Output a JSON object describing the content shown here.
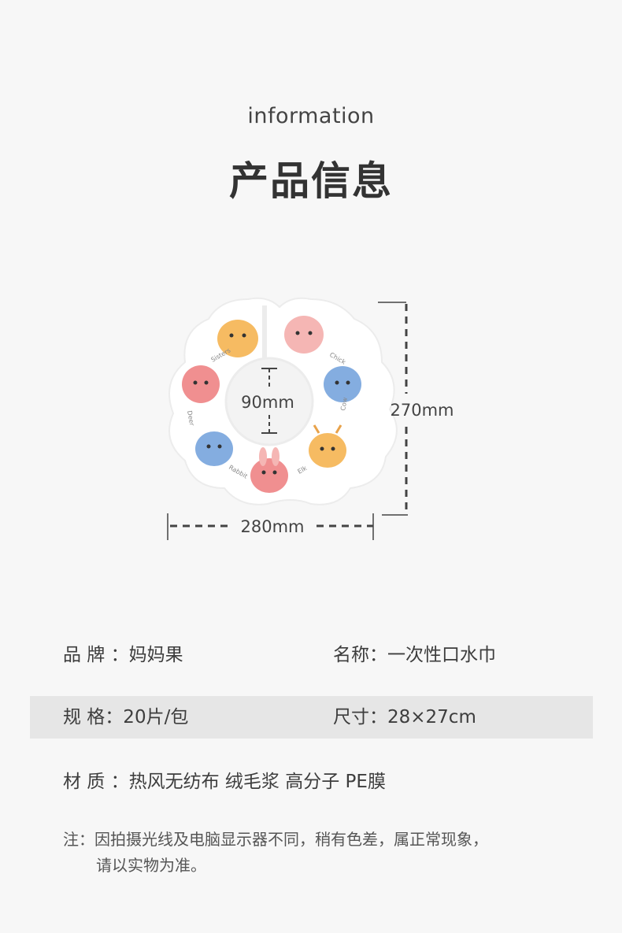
{
  "header": {
    "subtitle": "information",
    "title": "产品信息"
  },
  "diagram": {
    "inner_diameter": "90mm",
    "height": "270mm",
    "width": "280mm",
    "character_labels": [
      "Sisters",
      "Chick",
      "Deer",
      "Cow",
      "Rabbit",
      "Elk"
    ]
  },
  "specs": {
    "rows": [
      {
        "left": "品 牌  ：妈妈果",
        "right": "名称：一次性口水巾"
      },
      {
        "left": "规 格：20片/包",
        "right": "尺寸：28×27cm"
      },
      {
        "left": "材 质  ：热风无纺布 绒毛浆 高分子 PE膜",
        "right": ""
      }
    ]
  },
  "note": {
    "line1": "注：因拍摄光线及电脑显示器不同，稍有色差，属正常现象，",
    "line2": "请以实物为准。"
  },
  "colors": {
    "background": "#f7f7f7",
    "row_shade": "#e6e6e6",
    "text": "#3d3d3d",
    "orange": "#f6bb62",
    "pink": "#f08f90",
    "blue": "#84ade0"
  }
}
